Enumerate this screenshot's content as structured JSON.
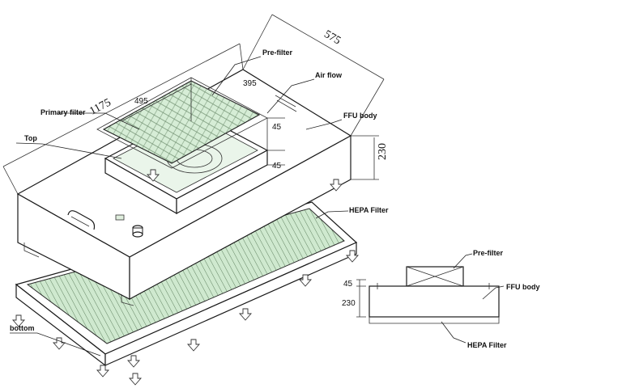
{
  "labels": {
    "pre_filter": "Pre-filter",
    "air_flow": "Air flow",
    "primary_filter": "Primary filter",
    "ffu_body": "FFU body",
    "top": "Top",
    "hepa_filter": "HEPA Filter",
    "bottom": "bottom",
    "side_pre_filter": "Pre-filter",
    "side_ffu_body": "FFU  body",
    "side_hepa_filter": "HEPA Filter"
  },
  "dimensions": {
    "length": "1175",
    "width": "575",
    "filter_width": "395",
    "filter_length": "495",
    "prefilter_height": "45",
    "frame_height": "45",
    "body_height": "230",
    "side_prefilter_height": "45",
    "side_body_height": "230"
  }
}
